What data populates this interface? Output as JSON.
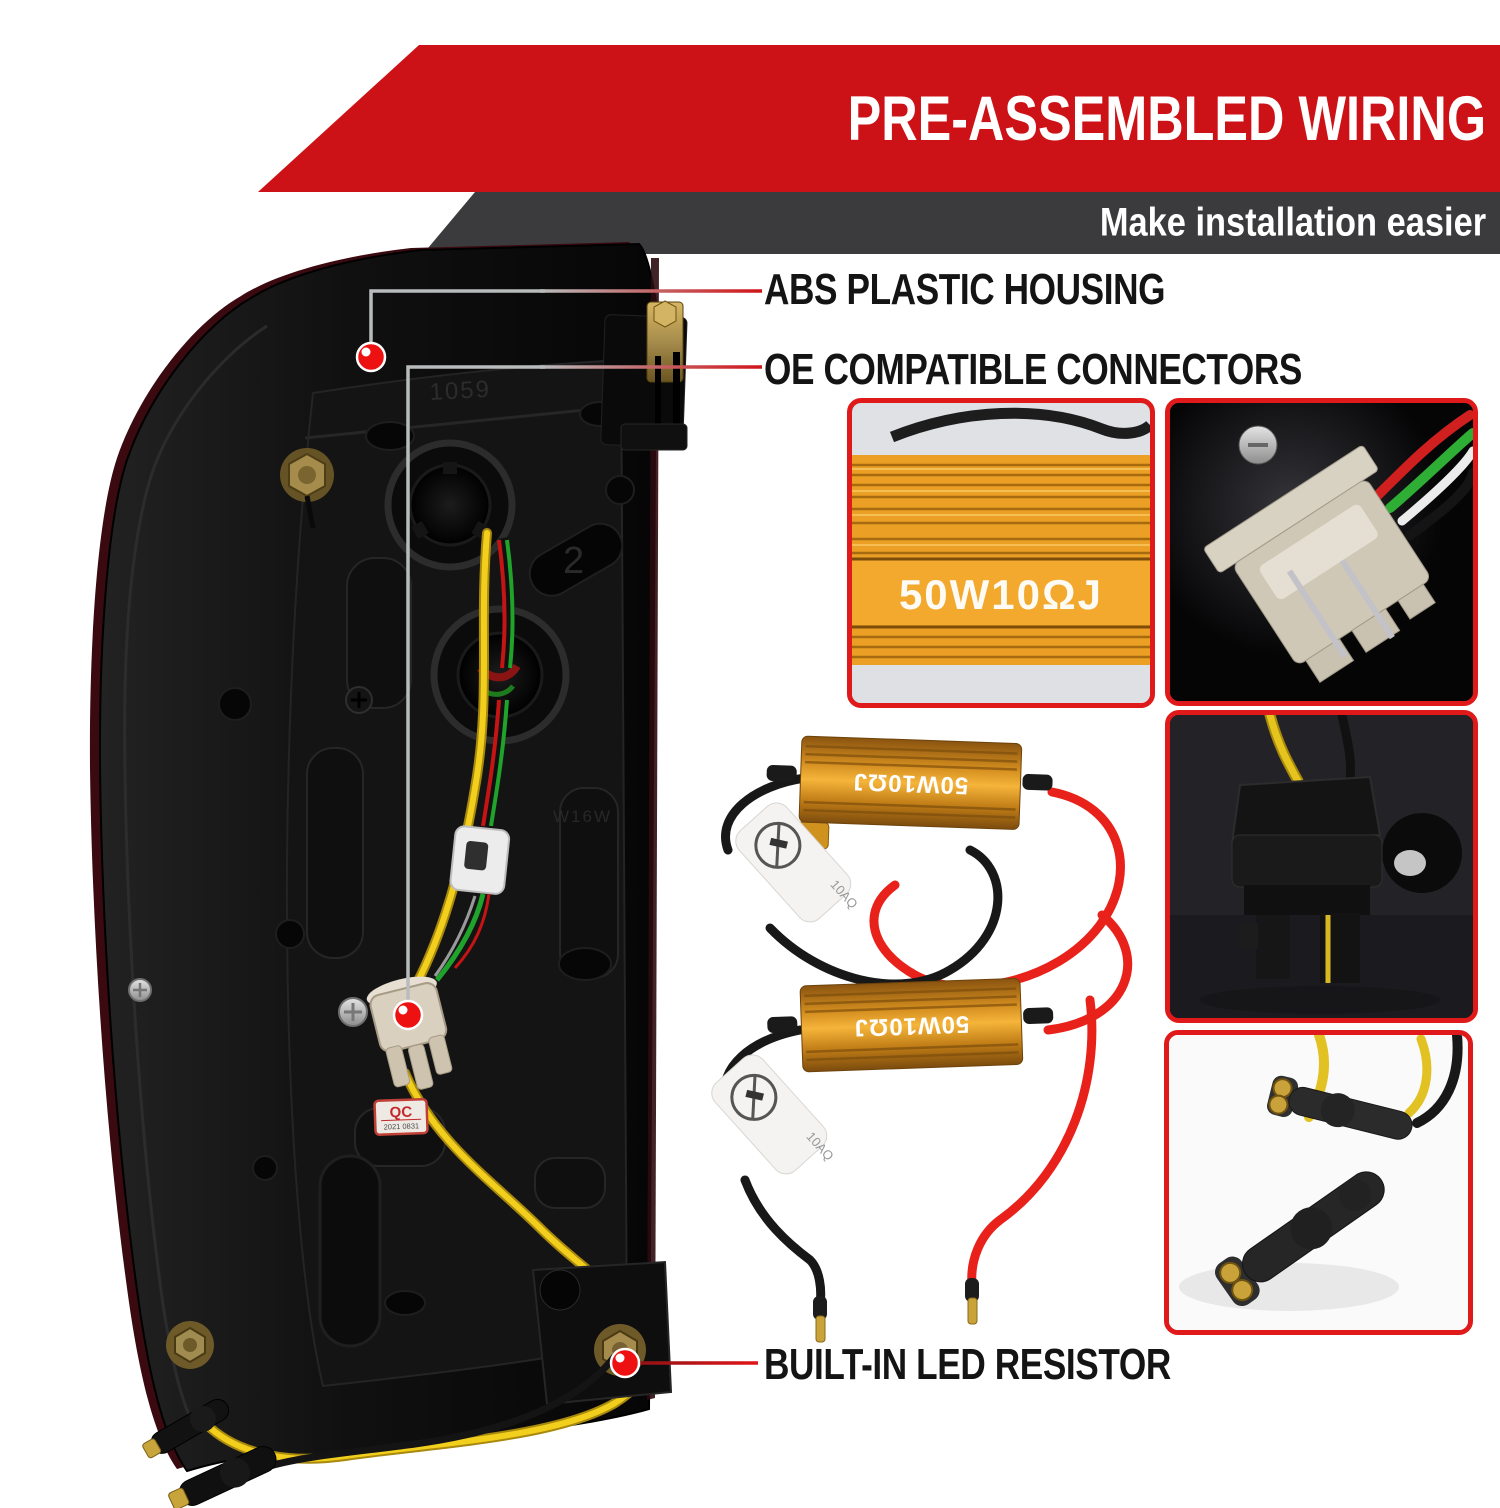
{
  "banner": {
    "title": "PRE-ASSEMBLED WIRING",
    "subtitle": "Make installation easier"
  },
  "callouts": [
    {
      "label": "ABS PLASTIC HOUSING"
    },
    {
      "label": "OE COMPATIBLE CONNECTORS"
    },
    {
      "label": "BUILT-IN LED RESISTOR"
    }
  ],
  "tail_light": {
    "qc_sticker": {
      "title": "QC",
      "date": "2021 0831"
    },
    "mold_marks": [
      "1059",
      "2",
      "W16W"
    ]
  },
  "insets": {
    "resistor_closeup": {
      "print": "50W10ΩJ"
    }
  },
  "resistor_kit": {
    "print": "50W10ΩJ",
    "wrap_label": "10AQ"
  },
  "colors": {
    "accent_red": "#cd1217",
    "banner_gray": "#3b3b3d",
    "resistor_gold": "#e09a28",
    "callout_dot": "#ee1111"
  }
}
